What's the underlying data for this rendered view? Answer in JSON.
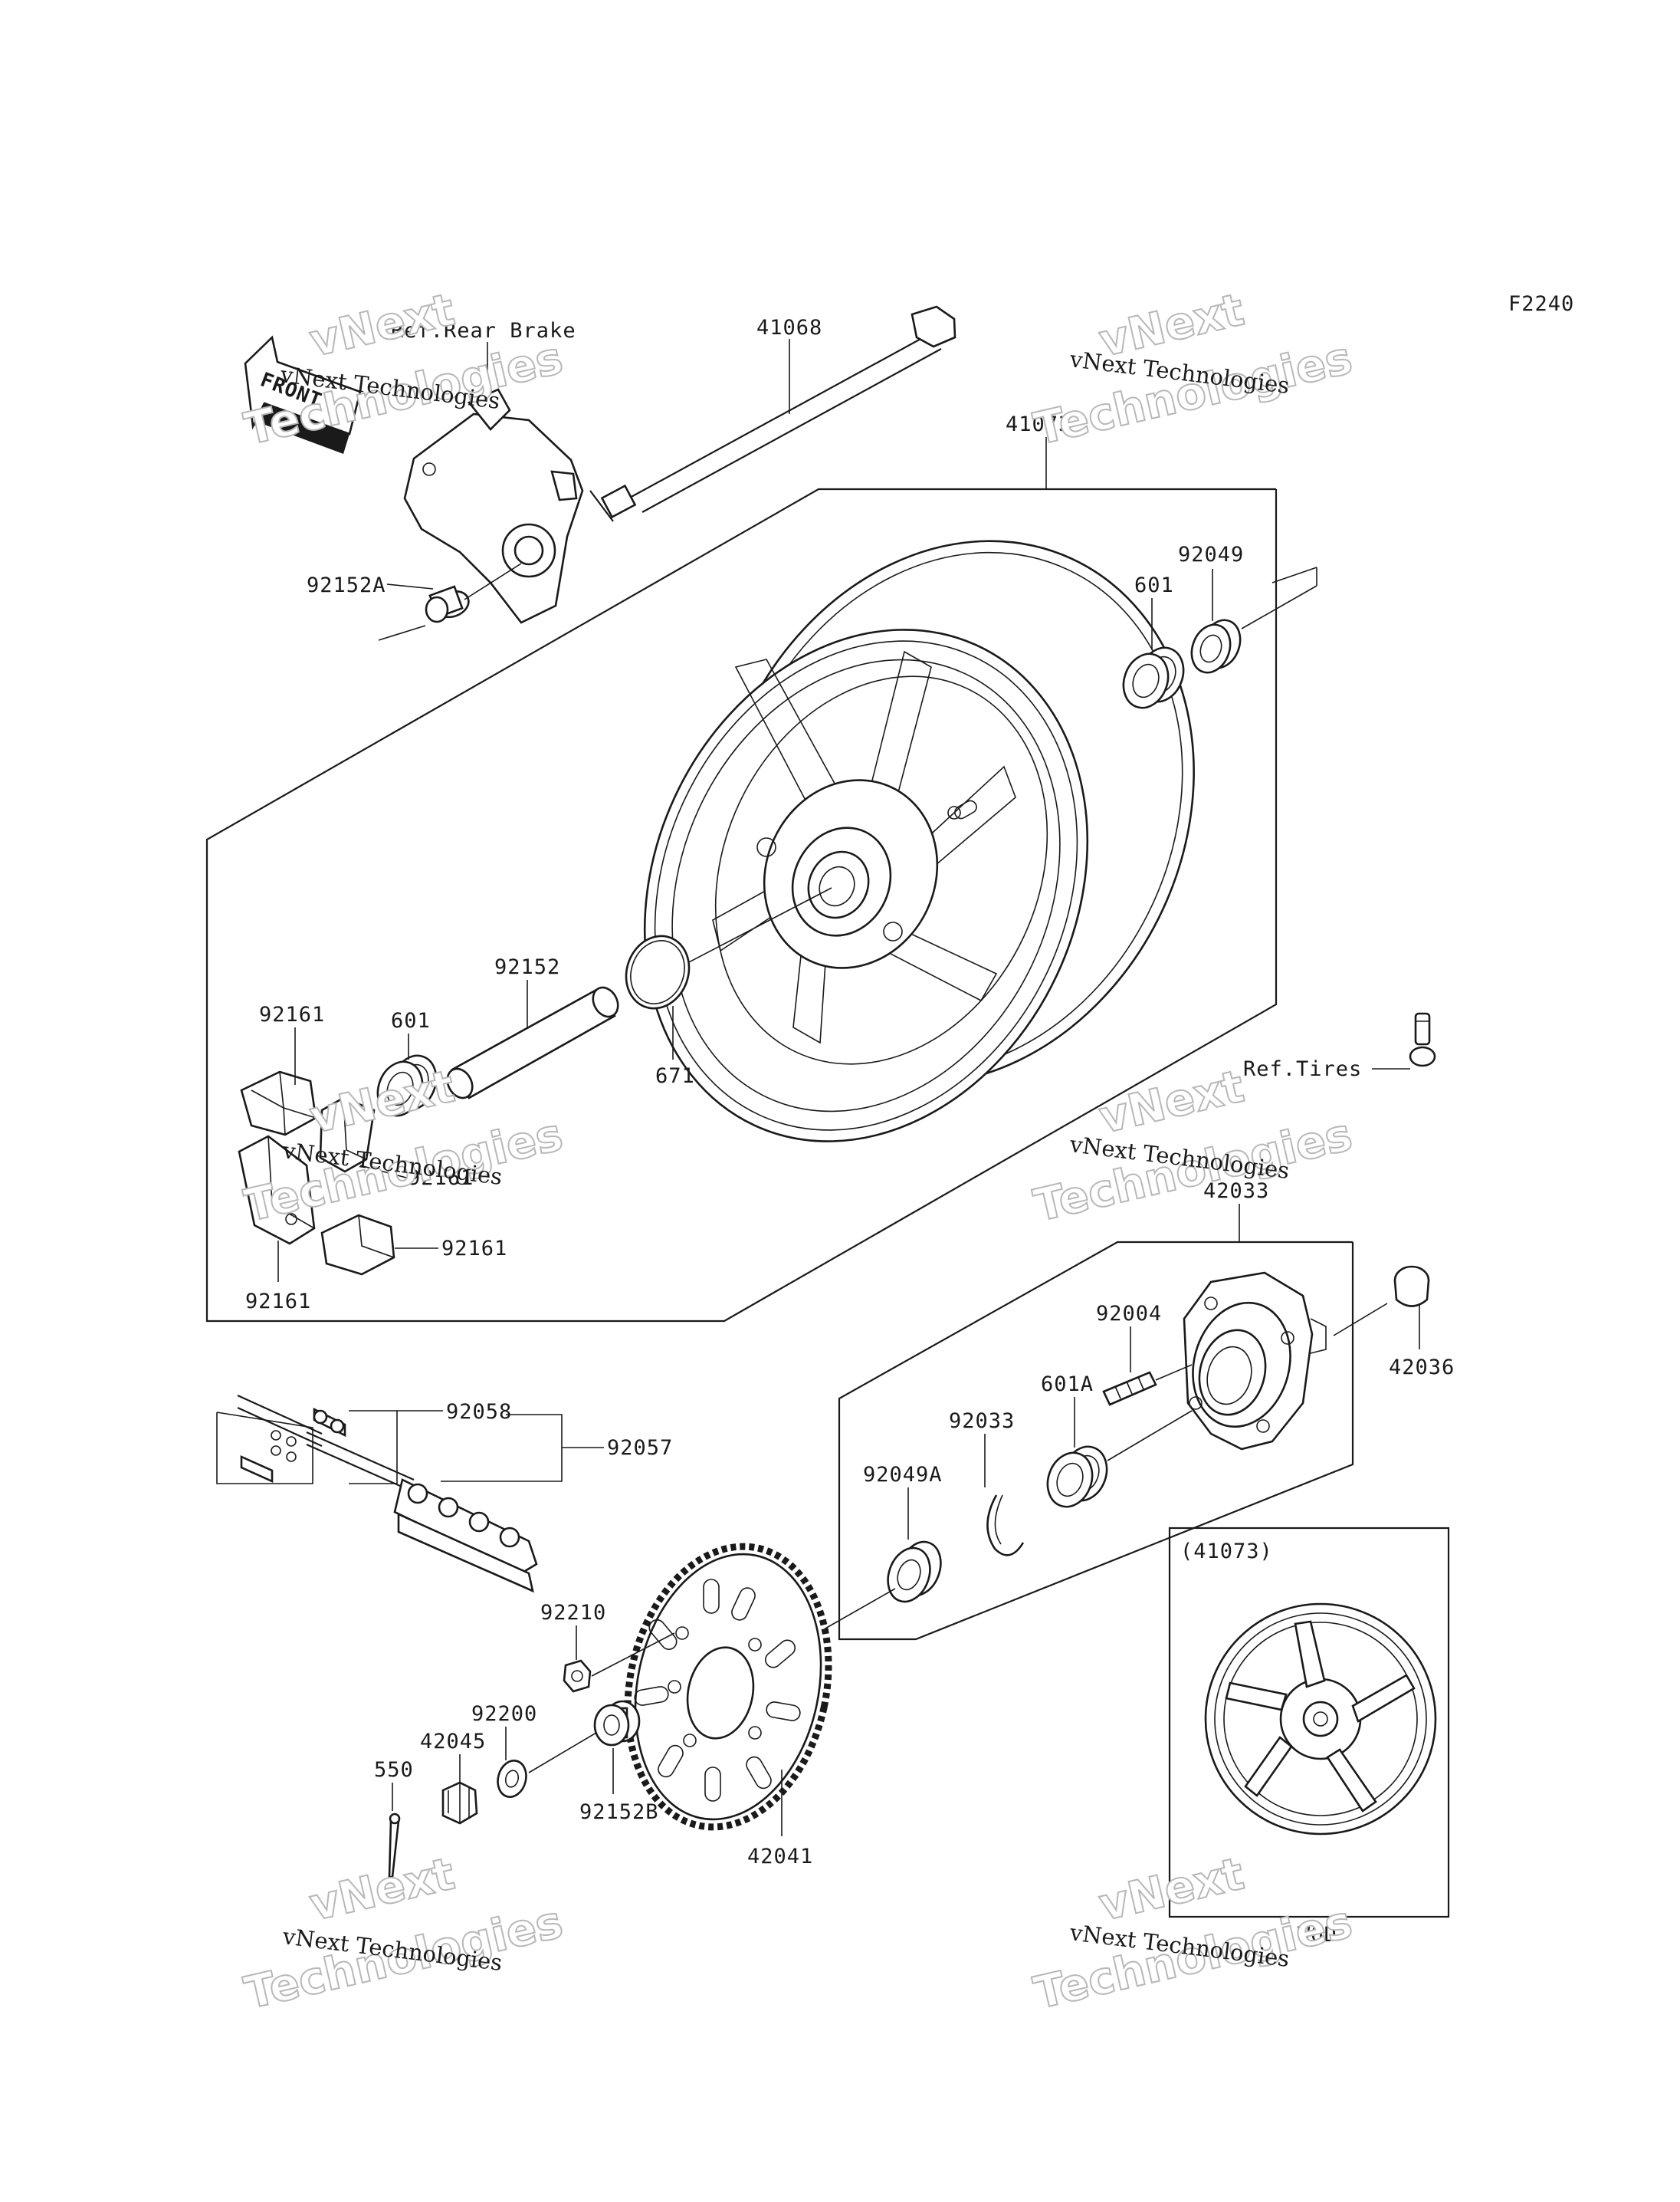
{
  "diagram_code": "F2240",
  "watermark": {
    "line1": "vNext Technologies",
    "line2a": "vNext",
    "line2b": "Technologies"
  },
  "front_label": "FRONT",
  "refs": {
    "rear_brake": "Ref.Rear Brake",
    "tires": "Ref.Tires"
  },
  "inset": {
    "title": "(41073)",
    "caption": "WOD"
  },
  "parts": {
    "p41068": "41068",
    "p41073": "41073",
    "p92049": "92049",
    "p601_top": "601",
    "p92152A": "92152A",
    "p92152": "92152",
    "p601_left": "601",
    "p671": "671",
    "p92161_a": "92161",
    "p92161_b": "92161",
    "p92161_c": "92161",
    "p92161_d": "92161",
    "p42033": "42033",
    "p92004": "92004",
    "p601A": "601A",
    "p92033": "92033",
    "p92049A": "92049A",
    "p42036": "42036",
    "p92058": "92058",
    "p92057": "92057",
    "p92210": "92210",
    "p92200": "92200",
    "p42045": "42045",
    "p550": "550",
    "p92152B": "92152B",
    "p42041": "42041"
  }
}
